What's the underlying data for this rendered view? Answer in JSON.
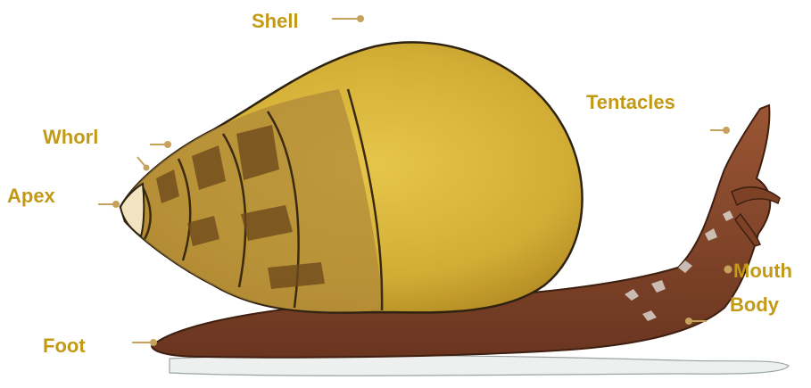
{
  "colors": {
    "label": "#c39a16",
    "pointer": "#c7a25a",
    "shell": "#d7b63c",
    "shell_dark": "#8a6a22",
    "body": "#8a4c2b",
    "body_dark": "#5a2d18",
    "shadow": "#eef0f0"
  },
  "labels": {
    "shell": "Shell",
    "tentacles": "Tentacles",
    "whorl": "Whorl",
    "apex": "Apex",
    "mouth": "Mouth",
    "body": "Body",
    "foot": "Foot"
  }
}
